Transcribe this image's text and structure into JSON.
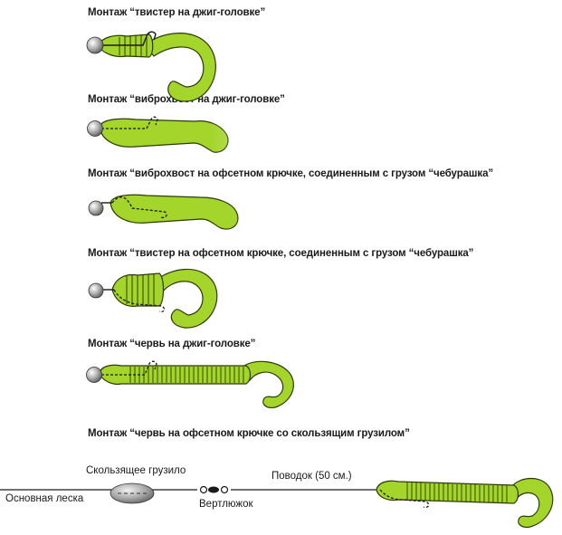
{
  "captions": [
    "Монтаж “твистер на джиг-головке”",
    "Монтаж “виброхвост на джиг-головке”",
    "Монтаж “виброхвост на офсетном крючке, соединенным с грузом “чебурашка”",
    "Монтаж “твистер на офсетном крючке, соединенным с грузом “чебурашка”",
    "Монтаж “червь на джиг-головке”",
    "Монтаж “червь на офсетном крючке со скользящим грузилом”"
  ],
  "rig_labels": {
    "sinker": "Скользящее грузило",
    "main_line": "Основная леска",
    "swivel": "Вертлюжок",
    "leader": "Поводок (50 см.)"
  },
  "colors": {
    "bait": "#a3d52a",
    "bait_dark": "#2c3a06",
    "weight": "#9a9a9a",
    "line": "#1a1a1a"
  }
}
